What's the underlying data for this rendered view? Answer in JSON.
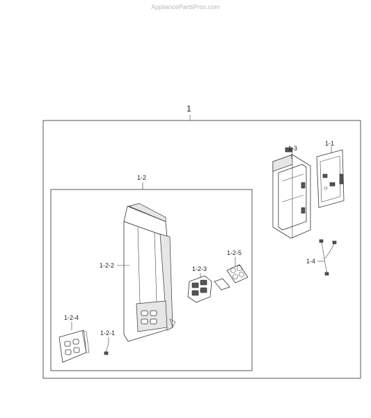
{
  "watermark": "AppliancePartsPros.com",
  "labels": {
    "assembly": "1",
    "sub_assembly": "1-2",
    "part_1_1": "1-1",
    "part_1_3": "1-3",
    "part_1_4": "1-4",
    "part_1_2_1": "1-2-1",
    "part_1_2_2": "1-2-2",
    "part_1_2_3": "1-2-3",
    "part_1_2_4": "1-2-4",
    "part_1_2_5": "1-2-5"
  }
}
